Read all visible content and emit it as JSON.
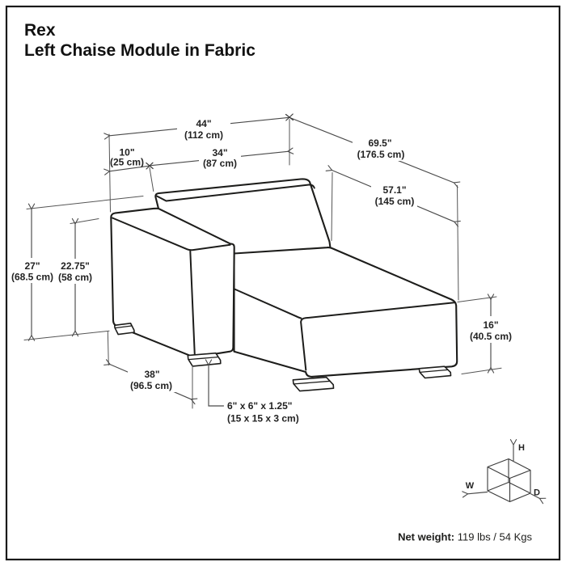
{
  "title": {
    "product": "Rex",
    "variant": "Left Chaise Module in Fabric"
  },
  "dims": {
    "overall_width": {
      "in": "44\"",
      "cm": "(112 cm)"
    },
    "arm_width": {
      "in": "10\"",
      "cm": "(25 cm)"
    },
    "seat_width": {
      "in": "34\"",
      "cm": "(87 cm)"
    },
    "overall_depth": {
      "in": "69.5\"",
      "cm": "(176.5 cm)"
    },
    "chaise_depth": {
      "in": "57.1\"",
      "cm": "(145 cm)"
    },
    "overall_height": {
      "in": "27\"",
      "cm": "(68.5 cm)"
    },
    "arm_height": {
      "in": "22.75\"",
      "cm": "(58 cm)"
    },
    "seat_height": {
      "in": "16\"",
      "cm": "(40.5 cm)"
    },
    "arm_depth": {
      "in": "38\"",
      "cm": "(96.5 cm)"
    },
    "leg": {
      "in": "6\" x 6\" x 1.25\"",
      "cm": "(15 x 15 x 3 cm)"
    }
  },
  "footer": {
    "net_weight_label": "Net weight:",
    "net_weight_value": " 119 lbs / 54 Kgs"
  },
  "orientation_cube": {
    "height_axis": "H",
    "width_axis": "W",
    "depth_axis": "D"
  },
  "colors": {
    "background": "#ffffff",
    "outline": "#1d1d1b",
    "dimension_line": "#4a4a4a",
    "text": "#222222"
  }
}
